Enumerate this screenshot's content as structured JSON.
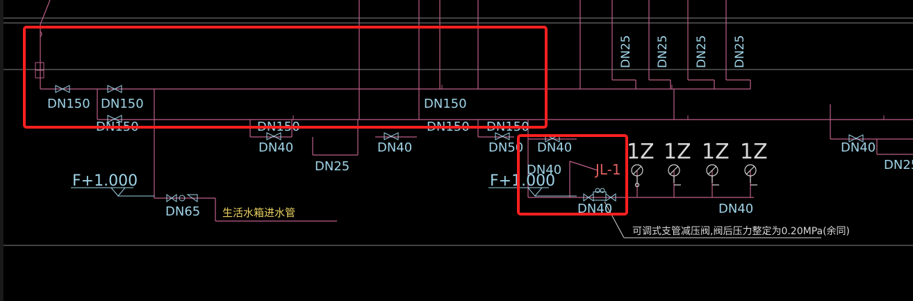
{
  "colors": {
    "background": "#000000",
    "pipe_magenta": "#c0608a",
    "annotation_cyan": "#9fd3e6",
    "highlight_red": "#ff2020",
    "note_yellow": "#e8d060",
    "label_red": "#e06060",
    "fixture_white": "#d8d8d8"
  },
  "labels": {
    "dn150_a": "DN150",
    "dn150_b": "DN150",
    "dn150_c": "DN150",
    "dn150_d": "DN150",
    "dn150_e": "DN150",
    "dn150_f": "DN150",
    "dn150_g": "DN150",
    "dn40_a": "DN40",
    "dn40_b": "DN40",
    "dn40_c": "DN40",
    "dn40_d": "DN40",
    "dn40_e": "DN40",
    "dn40_f": "DN40",
    "dn40_g": "DN40",
    "dn25_a": "DN25",
    "dn25_b": "DN25",
    "dn50": "DN50",
    "dn65": "DN65",
    "dn25_v1": "DN25",
    "dn25_v2": "DN25",
    "dn25_v3": "DN25",
    "dn25_v4": "DN25",
    "elev_left": "F+1.000",
    "elev_right": "F+1.000",
    "jl_tag": "JL-1",
    "tank_inlet": "生活水箱进水管",
    "valve_note": "可调式支管减压阀,阀后压力整定为0.20MPa(余同)",
    "fixture_1": "1Z",
    "fixture_2": "1Z",
    "fixture_3": "1Z",
    "fixture_4": "1Z"
  },
  "icons": [
    "gate-valve-icon",
    "check-valve-icon",
    "pressure-reducing-valve-icon",
    "fixture-symbol-icon",
    "elevation-marker-icon"
  ]
}
